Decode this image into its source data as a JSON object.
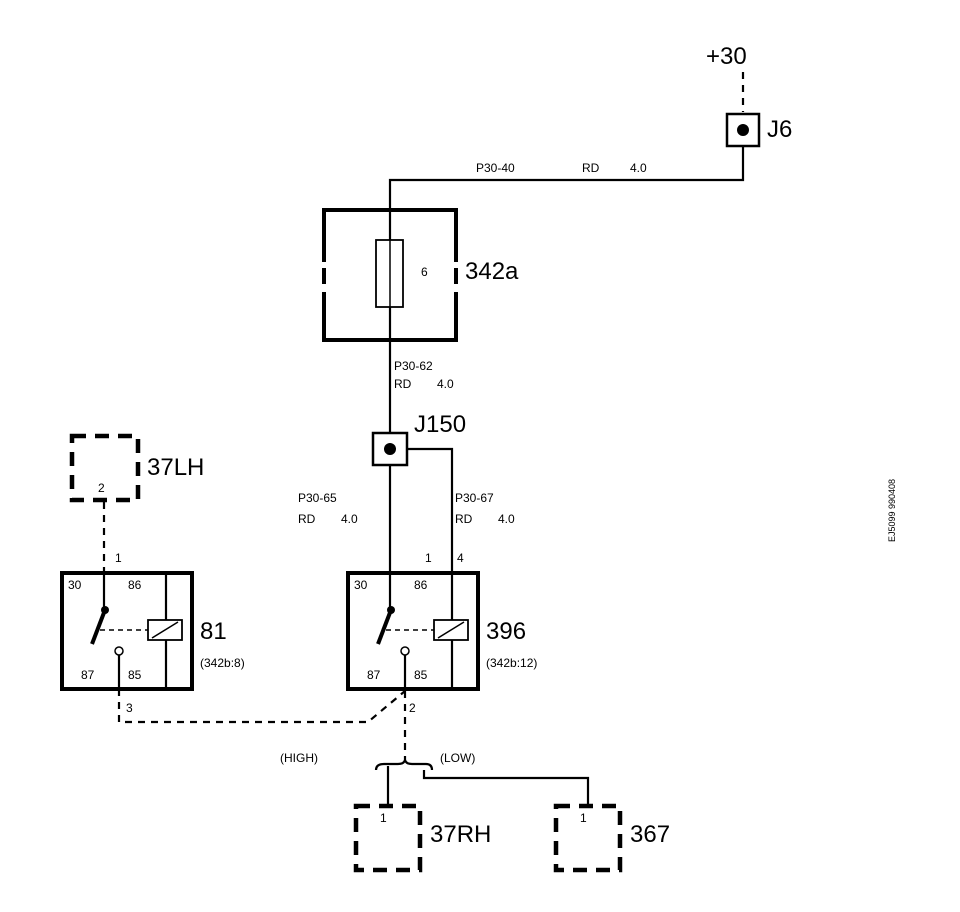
{
  "supply": {
    "label": "+30"
  },
  "junctions": {
    "j6": "J6",
    "j150": "J150"
  },
  "fuse_box": {
    "id": "342a",
    "fuse_number": "6"
  },
  "wires": {
    "p30_40": {
      "code": "P30-40",
      "color": "RD",
      "size": "4.0"
    },
    "p30_62": {
      "code": "P30-62",
      "color": "RD",
      "size": "4.0"
    },
    "p30_65": {
      "code": "P30-65",
      "color": "RD",
      "size": "4.0"
    },
    "p30_67": {
      "code": "P30-67",
      "color": "RD",
      "size": "4.0"
    }
  },
  "relay_81": {
    "id": "81",
    "ref": "(342b:8)",
    "pins": {
      "p30": "30",
      "p86": "86",
      "p87": "87",
      "p85": "85"
    },
    "pin_in": "1",
    "pin_out": "3"
  },
  "relay_396": {
    "id": "396",
    "ref": "(342b:12)",
    "pins": {
      "p30": "30",
      "p86": "86",
      "p87": "87",
      "p85": "85"
    },
    "pin_in1": "1",
    "pin_in4": "4",
    "pin_out": "2"
  },
  "connectors": {
    "c37lh": {
      "id": "37LH",
      "pin": "2"
    },
    "c37rh": {
      "id": "37RH",
      "pin": "1"
    },
    "c367": {
      "id": "367",
      "pin": "1"
    }
  },
  "branch_labels": {
    "high": "(HIGH)",
    "low": "(LOW)"
  },
  "drawing_number": "EJ5099 990408"
}
